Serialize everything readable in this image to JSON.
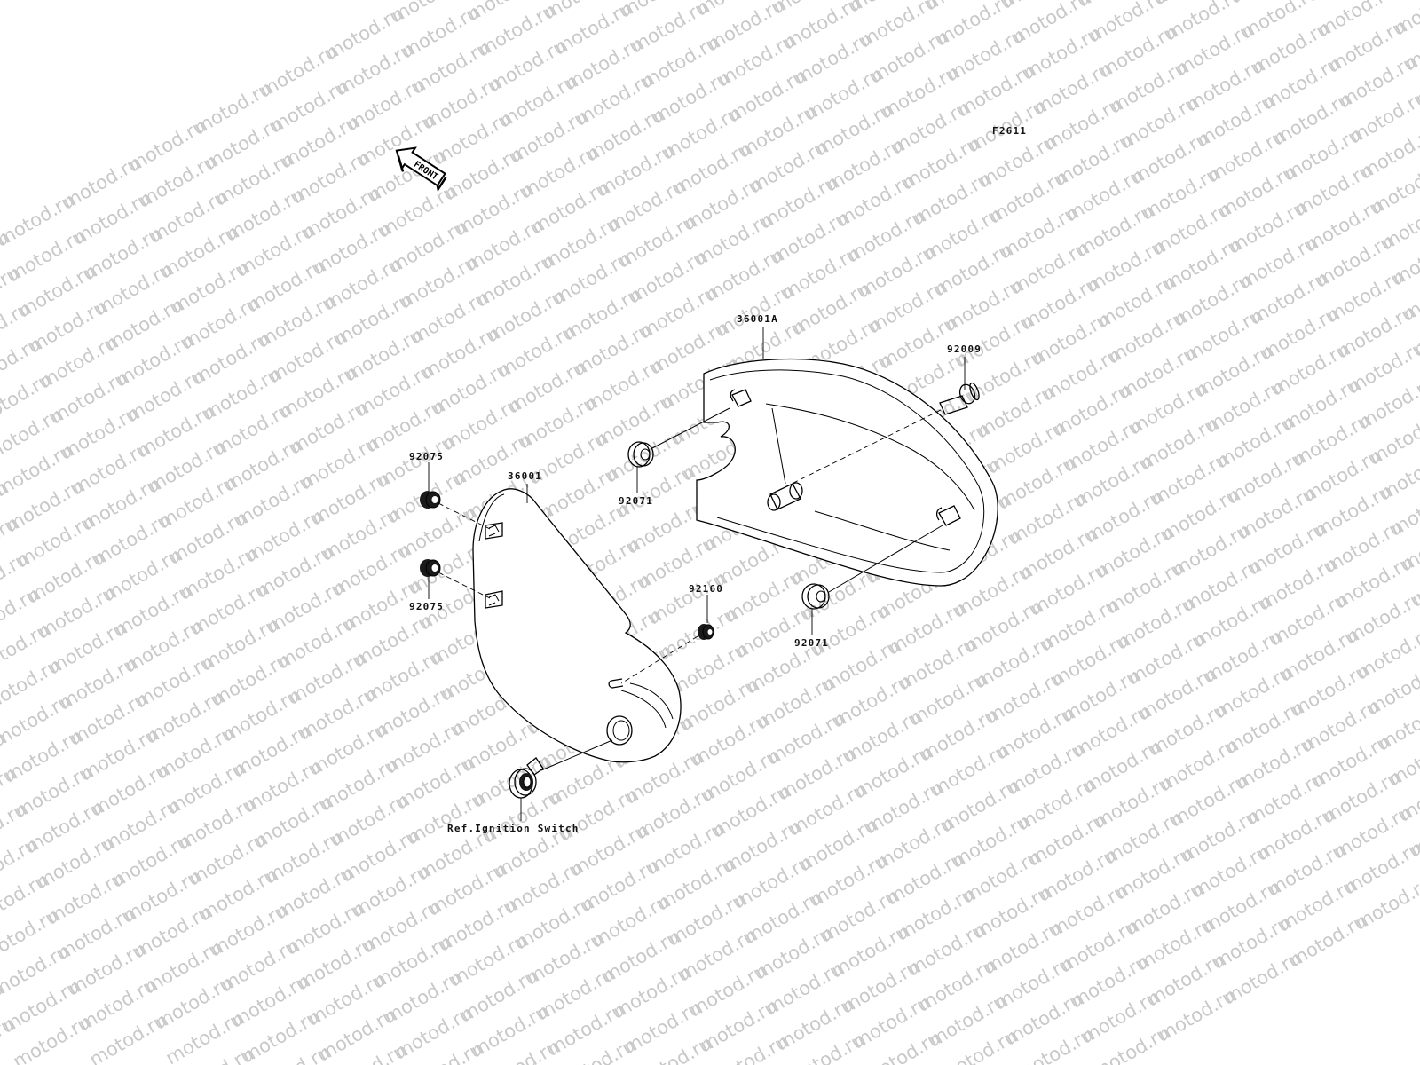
{
  "figure_code": "F2611",
  "front_arrow_label": "FRONT",
  "watermark_text": "motod.ru",
  "parts": {
    "cover_right": "36001A",
    "cover_left": "36001",
    "bolt": "92009",
    "grommet_upper": "92071",
    "grommet_lower": "92071",
    "grommet_left_top": "92075",
    "grommet_left_bottom": "92075",
    "grommet_small": "92160",
    "ignition_ref": "Ref.Ignition Switch"
  }
}
